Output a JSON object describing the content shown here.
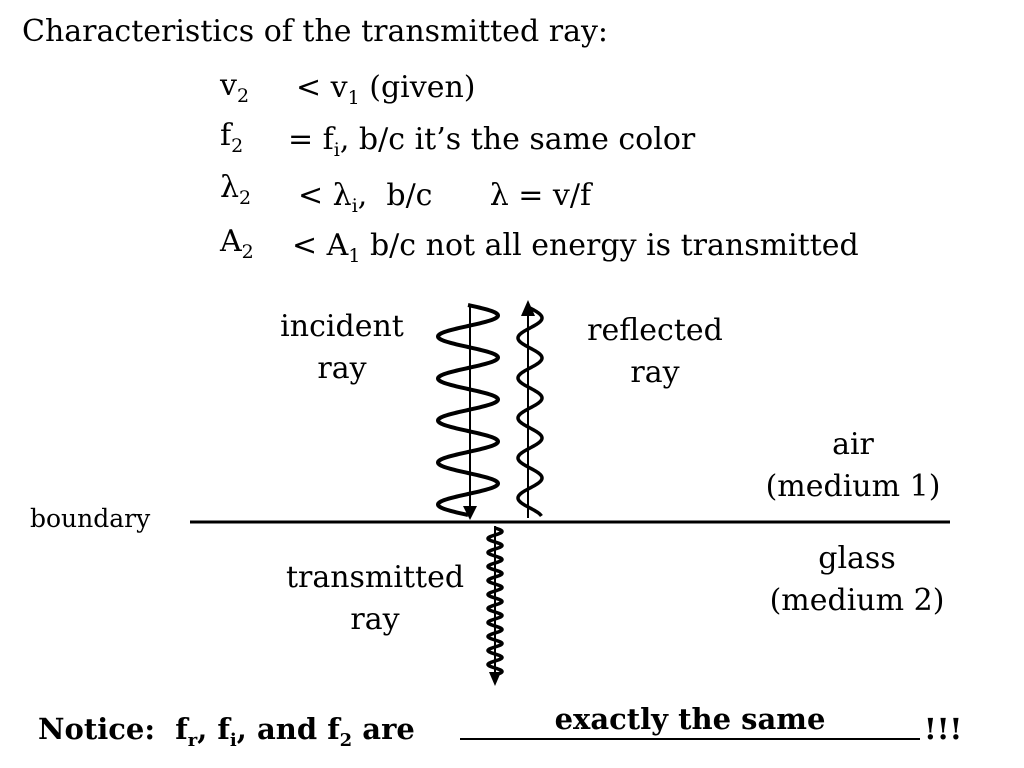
{
  "title": "Characteristics of the transmitted ray:",
  "rows": [
    {
      "symbol": "v",
      "symbol_sub": "2",
      "rel_pre": "< v",
      "rel_sub": "1",
      "rel_post": " (given)"
    },
    {
      "symbol": "f",
      "symbol_sub": "2",
      "rel_pre": "= f",
      "rel_sub": "i",
      "rel_post": ",  b/c it’s the same color"
    },
    {
      "symbol": "λ",
      "symbol_sub": "2",
      "rel_pre": "< λ",
      "rel_sub": "i",
      "rel_post": ",  b/c      λ = v/f"
    },
    {
      "symbol": "A",
      "symbol_sub": "2",
      "rel_pre": "< A",
      "rel_sub": "1",
      "rel_post": " b/c not all energy is transmitted"
    }
  ],
  "diagram": {
    "incident_label": [
      "incident",
      "ray"
    ],
    "reflected_label": [
      "reflected",
      "ray"
    ],
    "transmitted_label": [
      "transmitted",
      "ray"
    ],
    "air_label": [
      "air",
      "(medium 1)"
    ],
    "glass_label": [
      "glass",
      "(medium 2)"
    ],
    "boundary_label": "boundary"
  },
  "notice": {
    "prefix": "Notice:  f",
    "sub_r": "r",
    "mid1": ", f",
    "sub_i": "i",
    "mid2": ", and f",
    "sub_2": "2",
    "suffix": " are",
    "blank_answer": "exactly the same",
    "end": "!!!"
  }
}
